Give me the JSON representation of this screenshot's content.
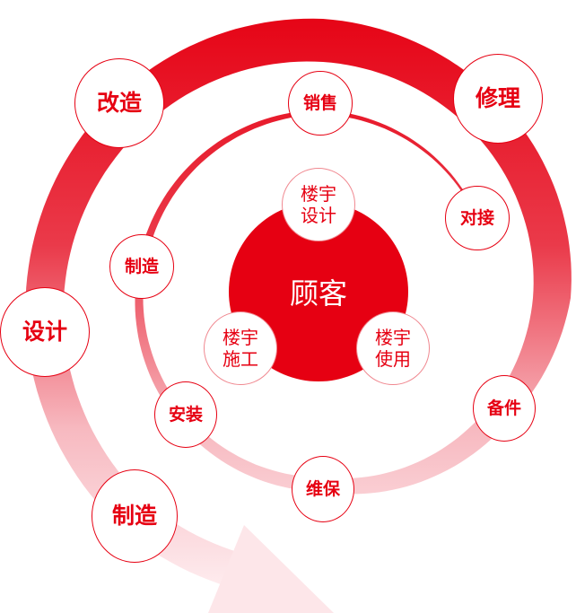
{
  "colors": {
    "accent": "#e60012",
    "fade": "#fff2f4"
  },
  "center": {
    "label": "顾客",
    "parts": [
      [
        "楼宇",
        "设计"
      ],
      [
        "楼宇",
        "施工"
      ],
      [
        "楼宇",
        "使用"
      ]
    ]
  },
  "outer_nodes": [
    "改造",
    "修理",
    "设计",
    "制造",
    "备件"
  ],
  "inner_nodes": [
    "销售",
    "对接",
    "制造",
    "安装",
    "维保"
  ]
}
